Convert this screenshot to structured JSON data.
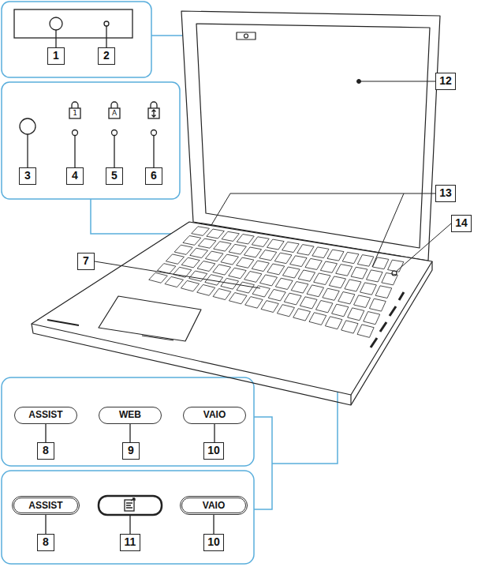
{
  "diagram": {
    "nodes": [
      {
        "text": [
          "ASSIST"
        ]
      },
      {
        "text": [
          "WEB"
        ]
      },
      {
        "text": [
          "VAIO"
        ]
      },
      {
        "text": [
          "ASSIST"
        ]
      },
      {
        "text": [
          "VAIO"
        ]
      }
    ],
    "labels": [
      "1",
      "2",
      "3",
      "1",
      "A",
      "4",
      "5",
      "6",
      "12",
      "13",
      "14",
      "7",
      "8",
      "9",
      "10",
      "8",
      "11",
      "10"
    ]
  }
}
